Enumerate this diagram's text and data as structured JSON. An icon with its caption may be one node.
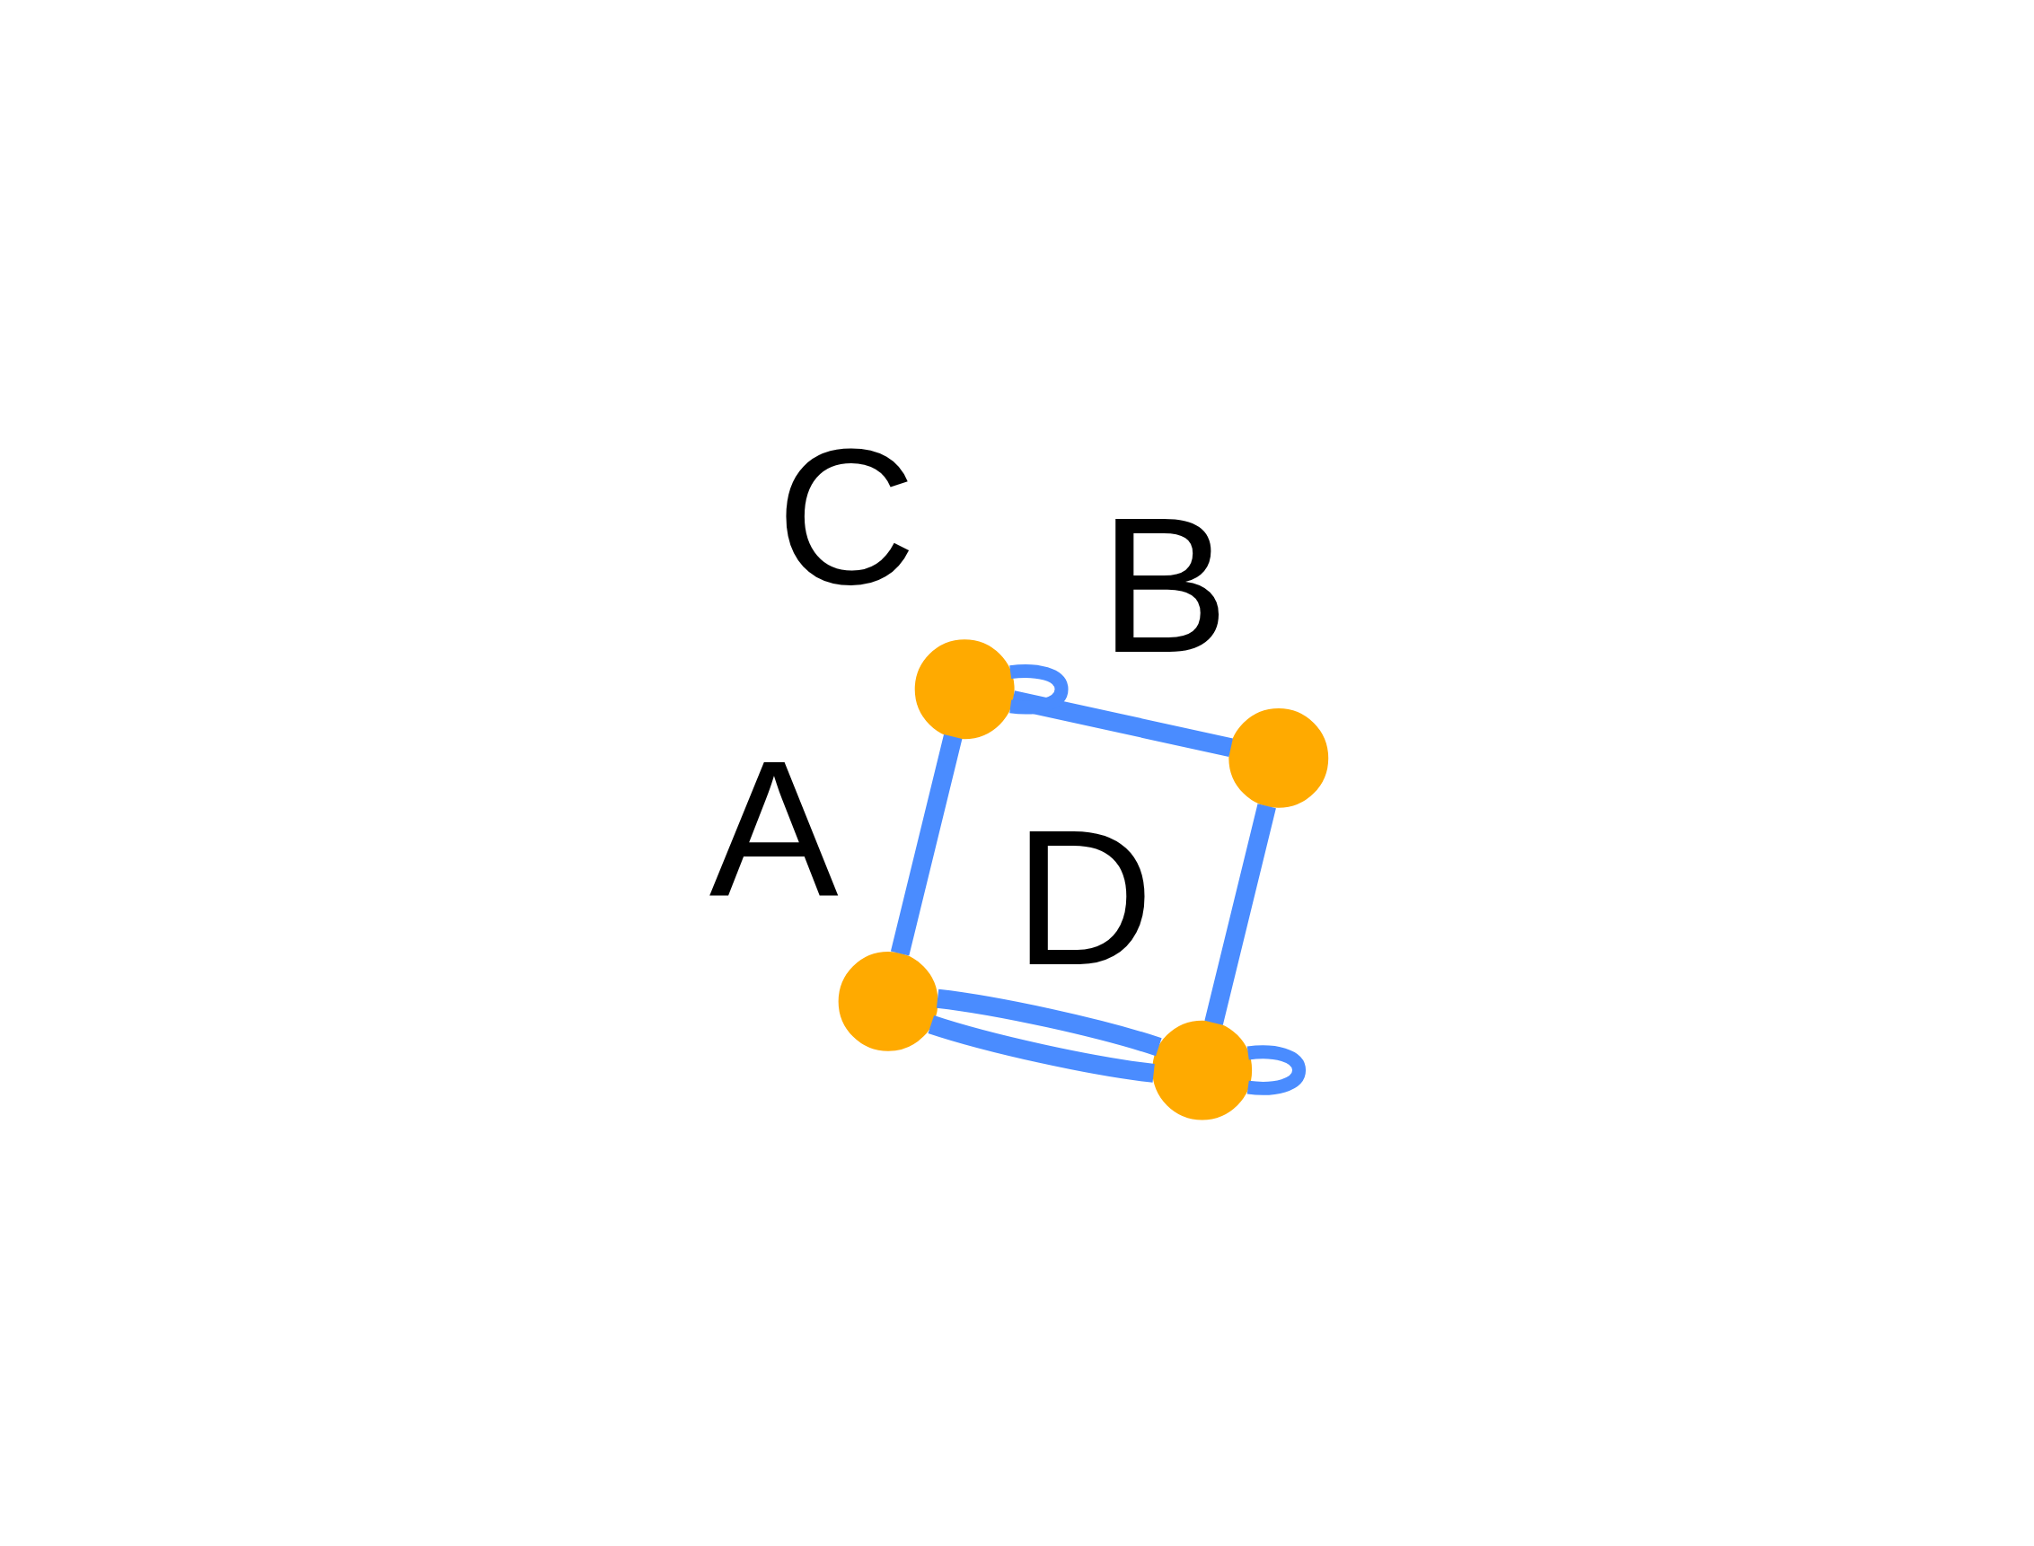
{
  "diagram": {
    "nodes": [
      {
        "text": [],
        "shape": "circle",
        "beside": [
          "B"
        ]
      },
      {
        "text": [],
        "shape": "circle",
        "beside": [
          "D"
        ]
      },
      {
        "text": [],
        "shape": "circle",
        "beside": [
          "C"
        ]
      },
      {
        "text": [],
        "shape": "circle",
        "beside": [
          "A"
        ]
      }
    ],
    "edges": [
      {
        "from": 1,
        "to": 0,
        "arrow": "none"
      },
      {
        "from": 0,
        "to": 2,
        "arrow": "none"
      },
      {
        "from": 2,
        "to": 2,
        "arrow": "none"
      },
      {
        "from": 2,
        "to": 3,
        "arrow": "none"
      },
      {
        "from": 1,
        "to": 1,
        "arrow": "none"
      },
      {
        "from": 1,
        "to": 3,
        "arrow": "none"
      },
      {
        "from": 1,
        "to": 3,
        "arrow": "none"
      }
    ]
  }
}
